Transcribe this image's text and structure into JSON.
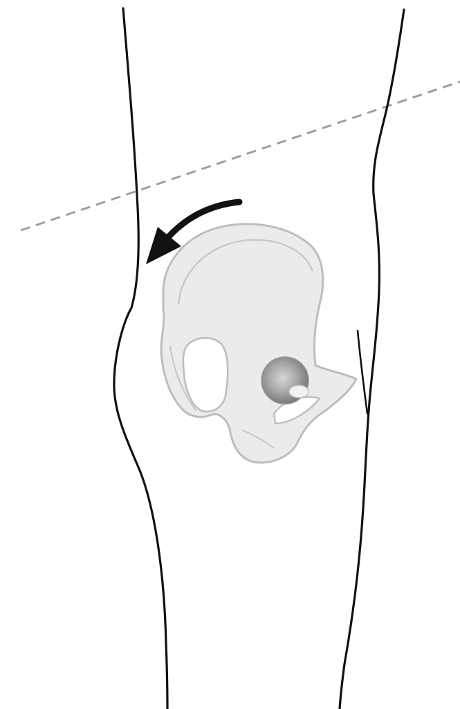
{
  "figure": {
    "subject": "",
    "colors": {
      "background": "#ffffff",
      "outline": "#111111",
      "bone_fill": "#ebebeb",
      "bone_stroke": "#bdbdbd",
      "dashed_line": "#9e9e9e",
      "arrow": "#111111",
      "femoral_head_dark": "#7a7a7a",
      "femoral_head_light": "#cfcfcf"
    },
    "icons": [
      "pelvis-bone",
      "femoral-head",
      "rotation-arrow",
      "dashed-axis-line",
      "body-outline"
    ]
  }
}
